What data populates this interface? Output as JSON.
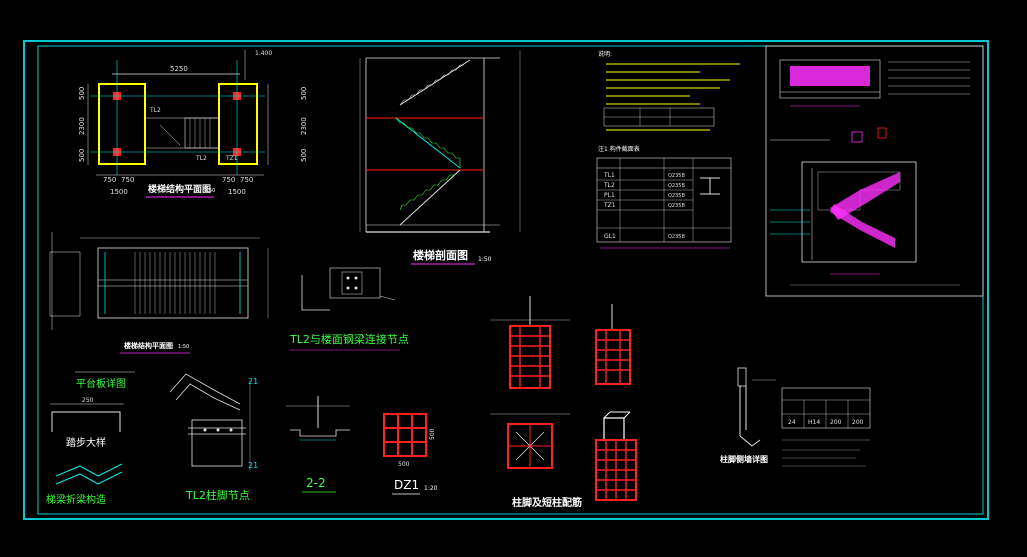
{
  "labels": {
    "top_dim": "5250",
    "dim_750a": "750",
    "dim_750b": "750",
    "dim_1500a": "1500",
    "dim_750c": "750",
    "dim_750d": "750",
    "dim_1500b": "1500",
    "dim_500_left": "500",
    "dim_2300_left": "2300",
    "dim_500_left2": "500",
    "dim_500_right": "500",
    "dim_2300_right": "2300",
    "dim_500_right2": "500",
    "tl2_mid": "TL2",
    "tl2_mid2": "TL2",
    "elev1": "1.400",
    "tz1_note": "TZ1",
    "plan_title": "楼梯结构平面图",
    "plan_scale": "1:50",
    "section_title": "楼梯剖面图",
    "section_scale": "1:50",
    "platform_title": "平台板详图",
    "tread_title": "踏步大样",
    "beam_fold_title": "梯梁折梁构造",
    "tl2_conn_title": "TL2与楼面钢梁连接节点",
    "tl2_foot_title": "TL2柱脚节点",
    "sec22_title": "2-2",
    "dz1_title": "DZ1",
    "dz1_scale": "1:20",
    "dz1_dim": "500",
    "dz1_dim2": "500",
    "col_foot_title": "柱脚及短柱配筋",
    "col_detail_title": "柱脚侧墙详图",
    "notes_title": "说明:",
    "table_title": "注1 构件截面表",
    "platform_dim": "250",
    "mark_21a": "21",
    "mark_21b": "21",
    "table_rows": [
      "TL1",
      "TL2",
      "PL1",
      "TZ1",
      "GL1"
    ],
    "table_mat": [
      "Q235B",
      "Q235B",
      "Q235B",
      "Q235B",
      "Q235B"
    ],
    "small_table_cells": [
      "24",
      "H14",
      "200",
      "200"
    ]
  },
  "colors": {
    "frame": "#00c8d2",
    "line": "#e0e0e0",
    "cyan": "#00e5e5",
    "green": "#39ff39",
    "yellow": "#ffff00",
    "red": "#ff2020",
    "magenta": "#ff30ff",
    "white": "#ffffff"
  }
}
